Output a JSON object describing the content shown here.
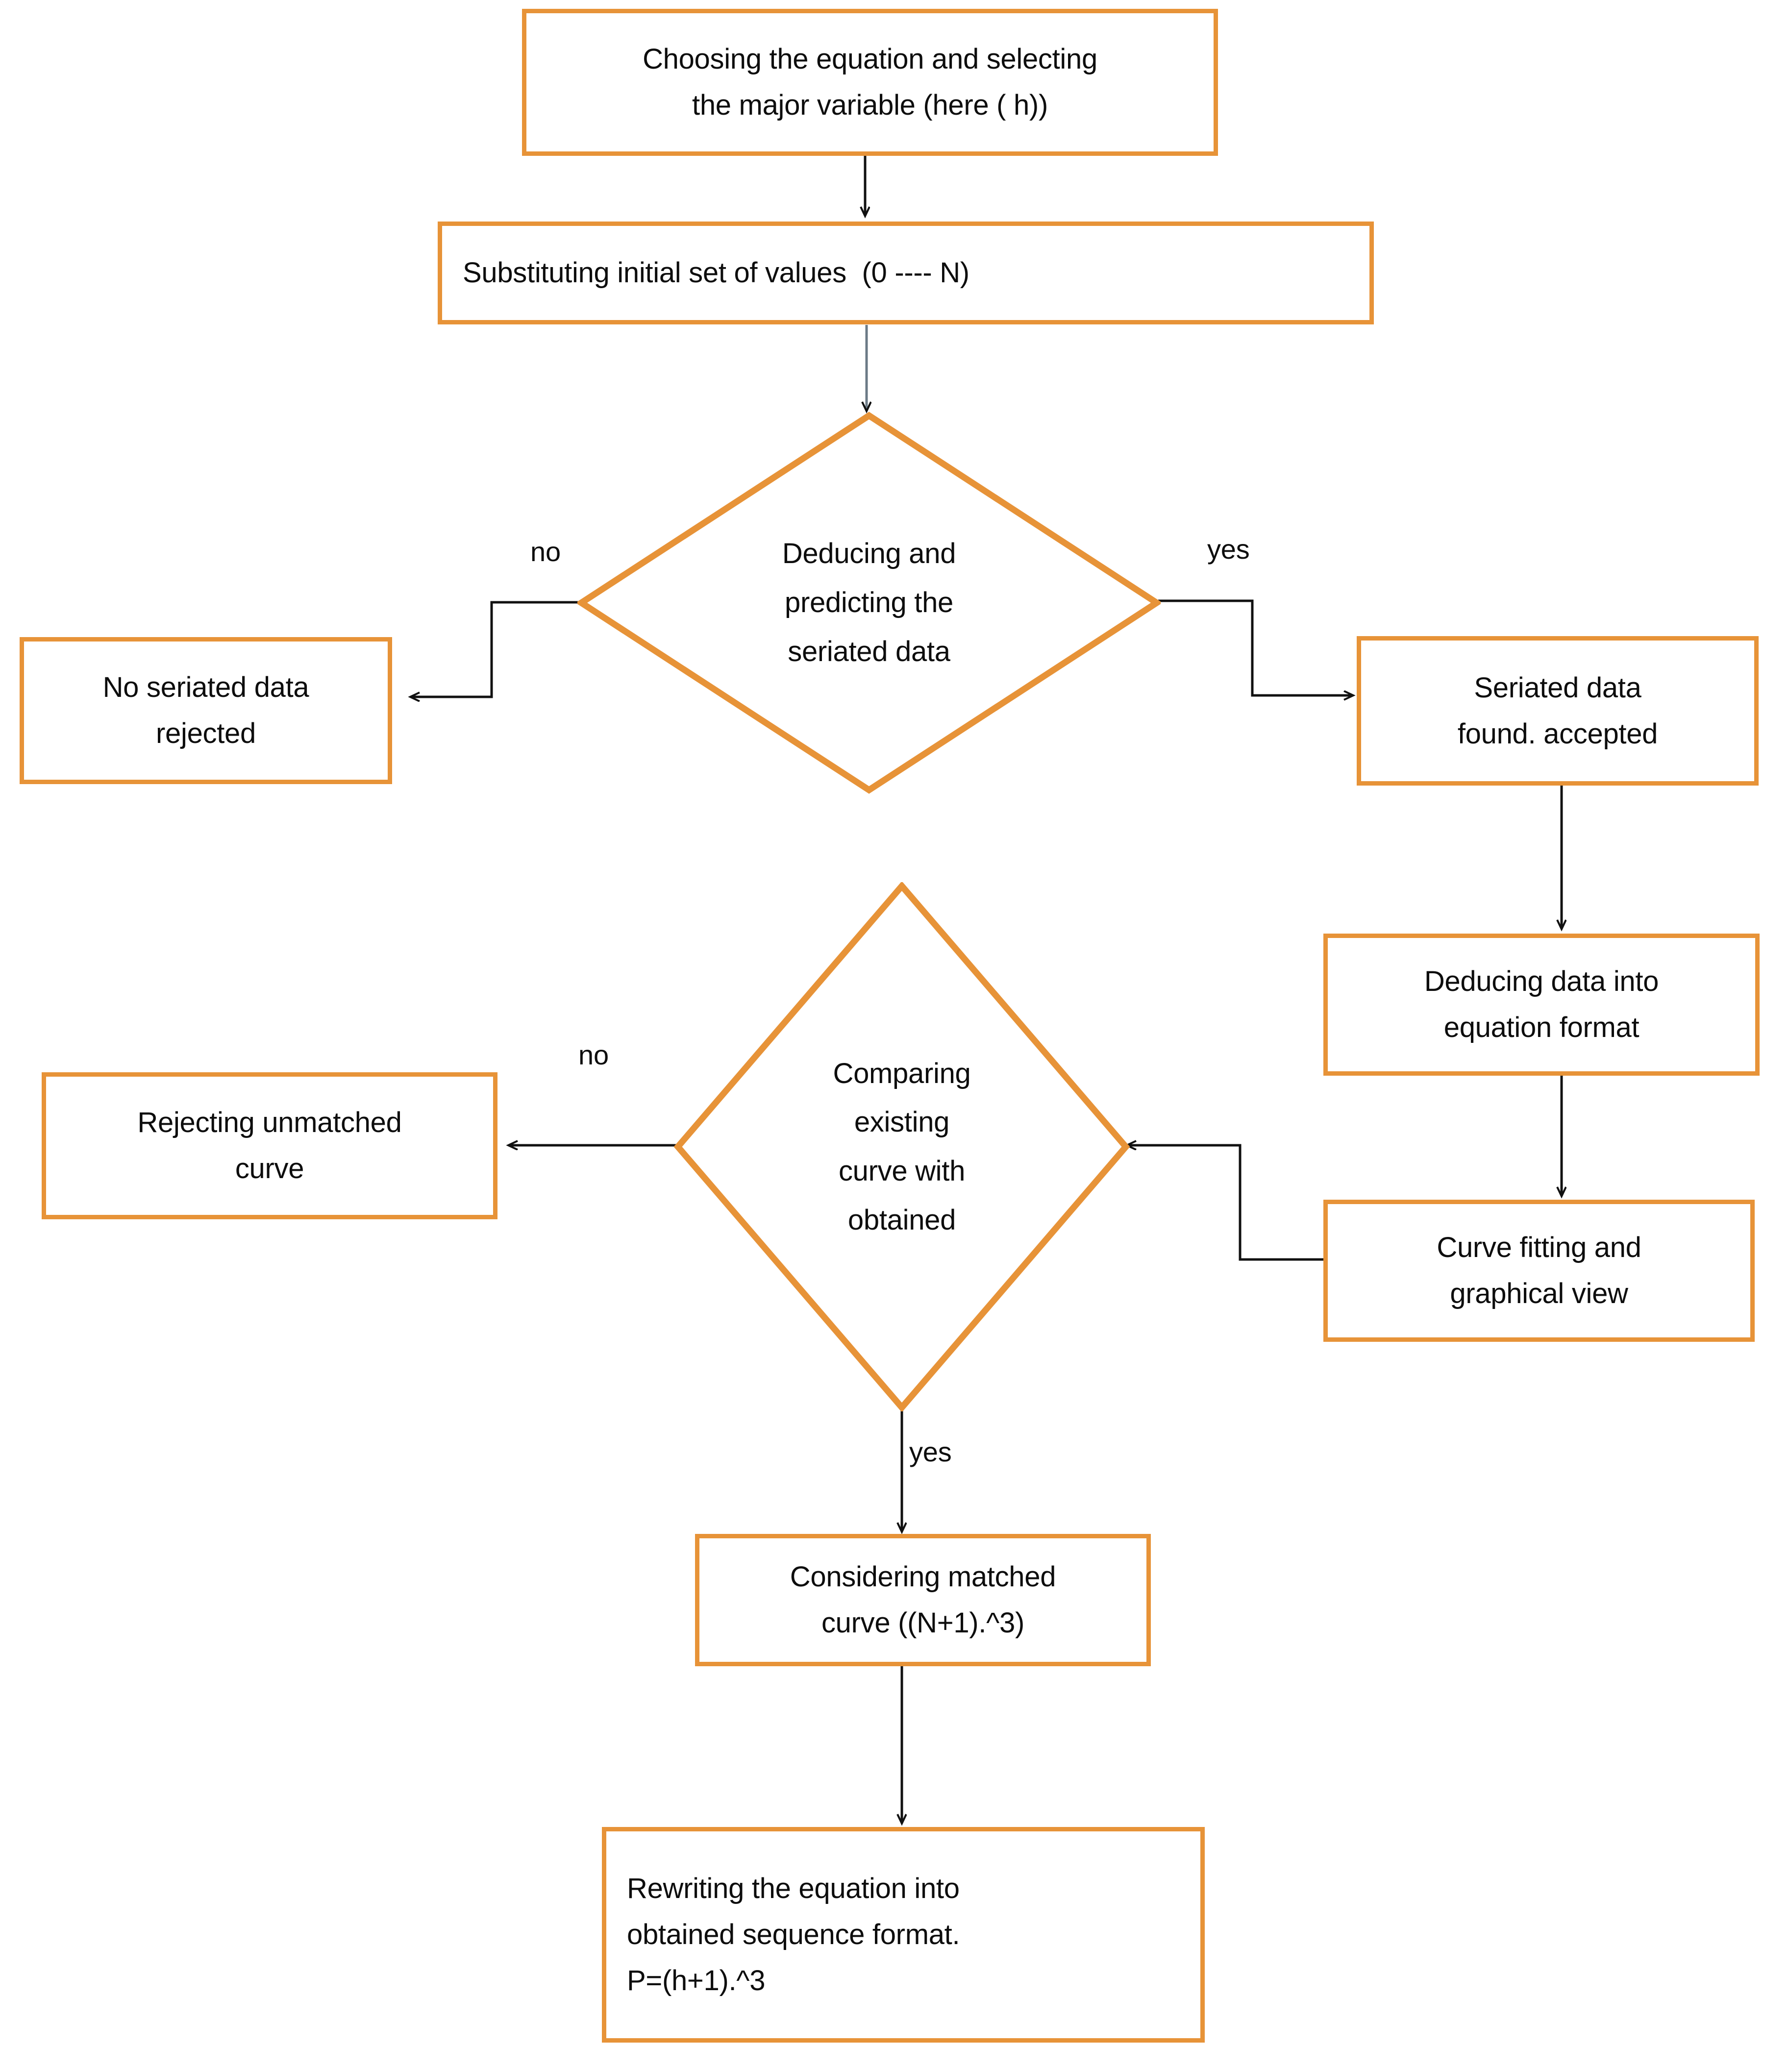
{
  "diagram": {
    "type": "flowchart",
    "orientation": "top-to-bottom",
    "accent_color": "#E79338",
    "edge_color": "#1a1a1a",
    "background_color": "#ffffff",
    "text_color": "#0d0d0d",
    "nodes": [
      {
        "id": "start",
        "shape": "rectangle",
        "line1": "Choosing the equation and selecting",
        "line2": "the major variable (here ( h))"
      },
      {
        "id": "substitute",
        "shape": "rectangle",
        "line1": "Substituting initial set of values  (0 ---- N)"
      },
      {
        "id": "decision1",
        "shape": "diamond",
        "line1": "Deducing and",
        "line2": "predicting the",
        "line3": "seriated data"
      },
      {
        "id": "rejected1",
        "shape": "rectangle",
        "line1": "No seriated data",
        "line2": "rejected"
      },
      {
        "id": "accepted1",
        "shape": "rectangle",
        "line1": "Seriated data",
        "line2": "found. accepted"
      },
      {
        "id": "deduce-eq",
        "shape": "rectangle",
        "line1": "Deducing data into",
        "line2": "equation format"
      },
      {
        "id": "curve-fit",
        "shape": "rectangle",
        "line1": "Curve fitting and",
        "line2": "graphical view"
      },
      {
        "id": "decision2",
        "shape": "diamond",
        "line1": "Comparing",
        "line2": "existing",
        "line3": "curve with",
        "line4": "obtained"
      },
      {
        "id": "reject-curve",
        "shape": "rectangle",
        "line1": "Rejecting unmatched",
        "line2": "curve"
      },
      {
        "id": "matched",
        "shape": "rectangle",
        "line1": "Considering matched",
        "line2": "curve ((N+1).^3)"
      },
      {
        "id": "rewrite",
        "shape": "rectangle",
        "line1": "Rewriting the equation into",
        "line2": "obtained sequence format.",
        "line3": "P=(h+1).^3"
      }
    ],
    "edge_labels": {
      "decision1_no": "no",
      "decision1_yes": "yes",
      "decision2_no": "no",
      "decision2_yes": "yes"
    }
  }
}
